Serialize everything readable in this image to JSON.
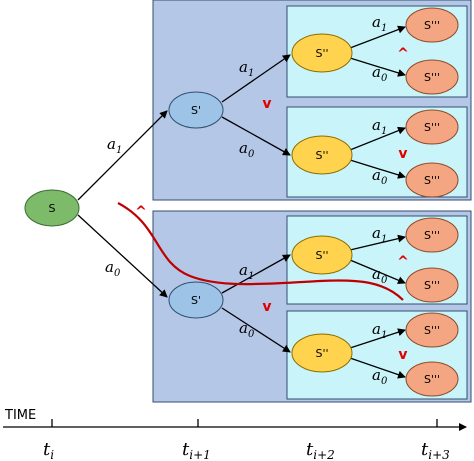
{
  "node_labels": {
    "s": "S",
    "s1": "S'",
    "s2": "S''",
    "s3": "S'''"
  },
  "actions": {
    "a1_base": "a",
    "a1_sub": "1",
    "a0_base": "a",
    "a0_sub": "0"
  },
  "comparators": {
    "up": "^",
    "down": "v"
  },
  "timeline": {
    "label": "TIME",
    "t_base": "t",
    "ticks": [
      "i",
      "i+1",
      "i+2",
      "i+3"
    ]
  },
  "colors": {
    "s_fill": "#7dbb6a",
    "s1_fill": "#9dc3e6",
    "s2_fill": "#ffd34d",
    "s3_fill": "#f4a582",
    "outer_box": "#b4c7e7",
    "inner_box": "#c9f5fa",
    "red_curve": "#c00000"
  }
}
